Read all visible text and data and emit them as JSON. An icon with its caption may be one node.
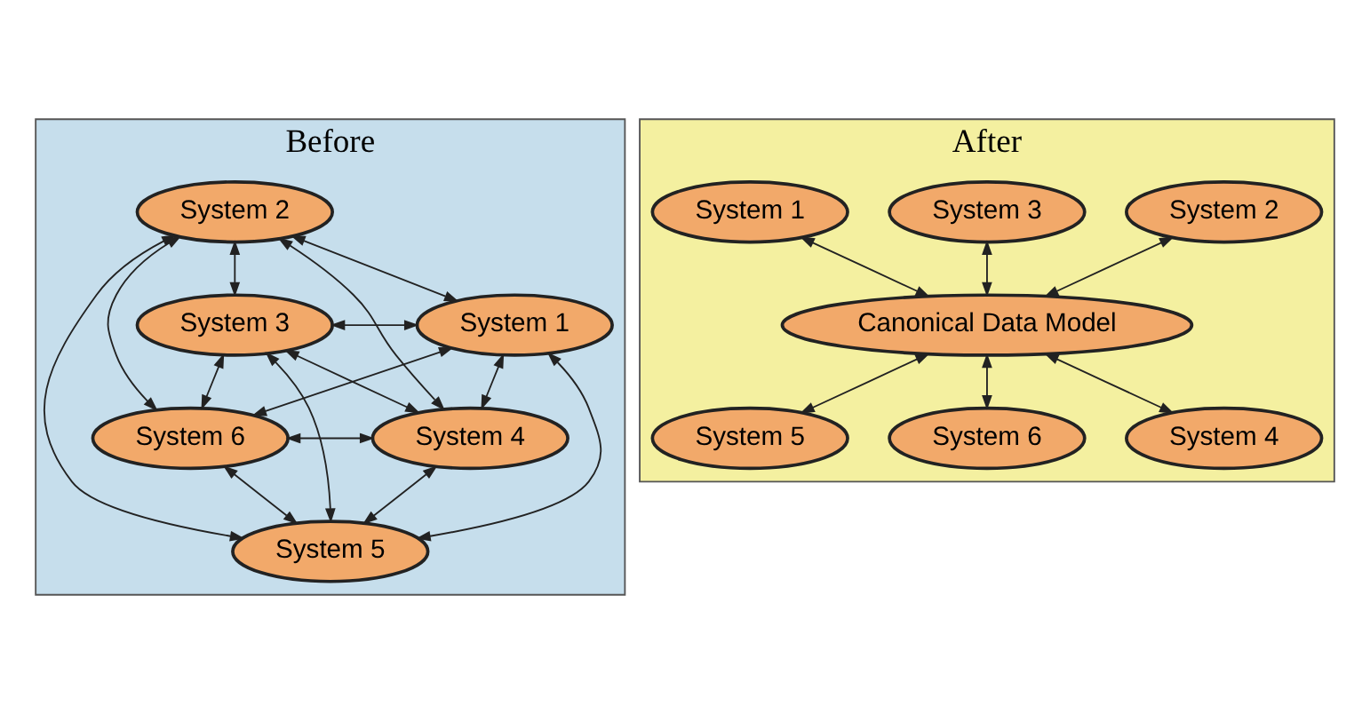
{
  "diagram": {
    "nodes": [
      {
        "text": [
          "Before"
        ]
      },
      {
        "text": [
          "System 1"
        ],
        "in": 0
      },
      {
        "text": [
          "System 2"
        ],
        "in": 0
      },
      {
        "text": [
          "System 3"
        ],
        "in": 0
      },
      {
        "text": [
          "System 4"
        ],
        "in": 0
      },
      {
        "text": [
          "System 5"
        ],
        "in": 0
      },
      {
        "text": [
          "System 6"
        ],
        "in": 0
      },
      {
        "text": [
          "After"
        ]
      },
      {
        "text": [
          "System 1"
        ],
        "in": 7
      },
      {
        "text": [
          "System 2"
        ],
        "in": 7
      },
      {
        "text": [
          "System 3"
        ],
        "in": 7
      },
      {
        "text": [
          "Canonical Data Model"
        ],
        "in": 7
      },
      {
        "text": [
          "System 4"
        ],
        "in": 7
      },
      {
        "text": [
          "System 5"
        ],
        "in": 7
      },
      {
        "text": [
          "System 6"
        ],
        "in": 7
      }
    ],
    "edges": [
      {
        "from": 2,
        "to": 1,
        "arrow": "both"
      },
      {
        "from": 2,
        "to": 3,
        "arrow": "both"
      },
      {
        "from": 1,
        "to": 3,
        "arrow": "both"
      },
      {
        "from": 1,
        "to": 4,
        "arrow": "both"
      },
      {
        "from": 3,
        "to": 6,
        "arrow": "both"
      },
      {
        "from": 4,
        "to": 5,
        "arrow": "both"
      },
      {
        "from": 6,
        "to": 5,
        "arrow": "both"
      },
      {
        "from": 4,
        "to": 6,
        "arrow": "both"
      },
      {
        "from": 2,
        "to": 4,
        "arrow": "both"
      },
      {
        "from": 2,
        "to": 5,
        "arrow": "both"
      },
      {
        "from": 2,
        "to": 6,
        "arrow": "both"
      },
      {
        "from": 1,
        "to": 5,
        "arrow": "both"
      },
      {
        "from": 1,
        "to": 6,
        "arrow": "both"
      },
      {
        "from": 3,
        "to": 4,
        "arrow": "both"
      },
      {
        "from": 3,
        "to": 5,
        "arrow": "both"
      },
      {
        "from": 8,
        "to": 11,
        "arrow": "both"
      },
      {
        "from": 9,
        "to": 11,
        "arrow": "both"
      },
      {
        "from": 10,
        "to": 11,
        "arrow": "both"
      },
      {
        "from": 11,
        "to": 12,
        "arrow": "both"
      },
      {
        "from": 11,
        "to": 13,
        "arrow": "both"
      },
      {
        "from": 11,
        "to": 14,
        "arrow": "both"
      }
    ]
  }
}
